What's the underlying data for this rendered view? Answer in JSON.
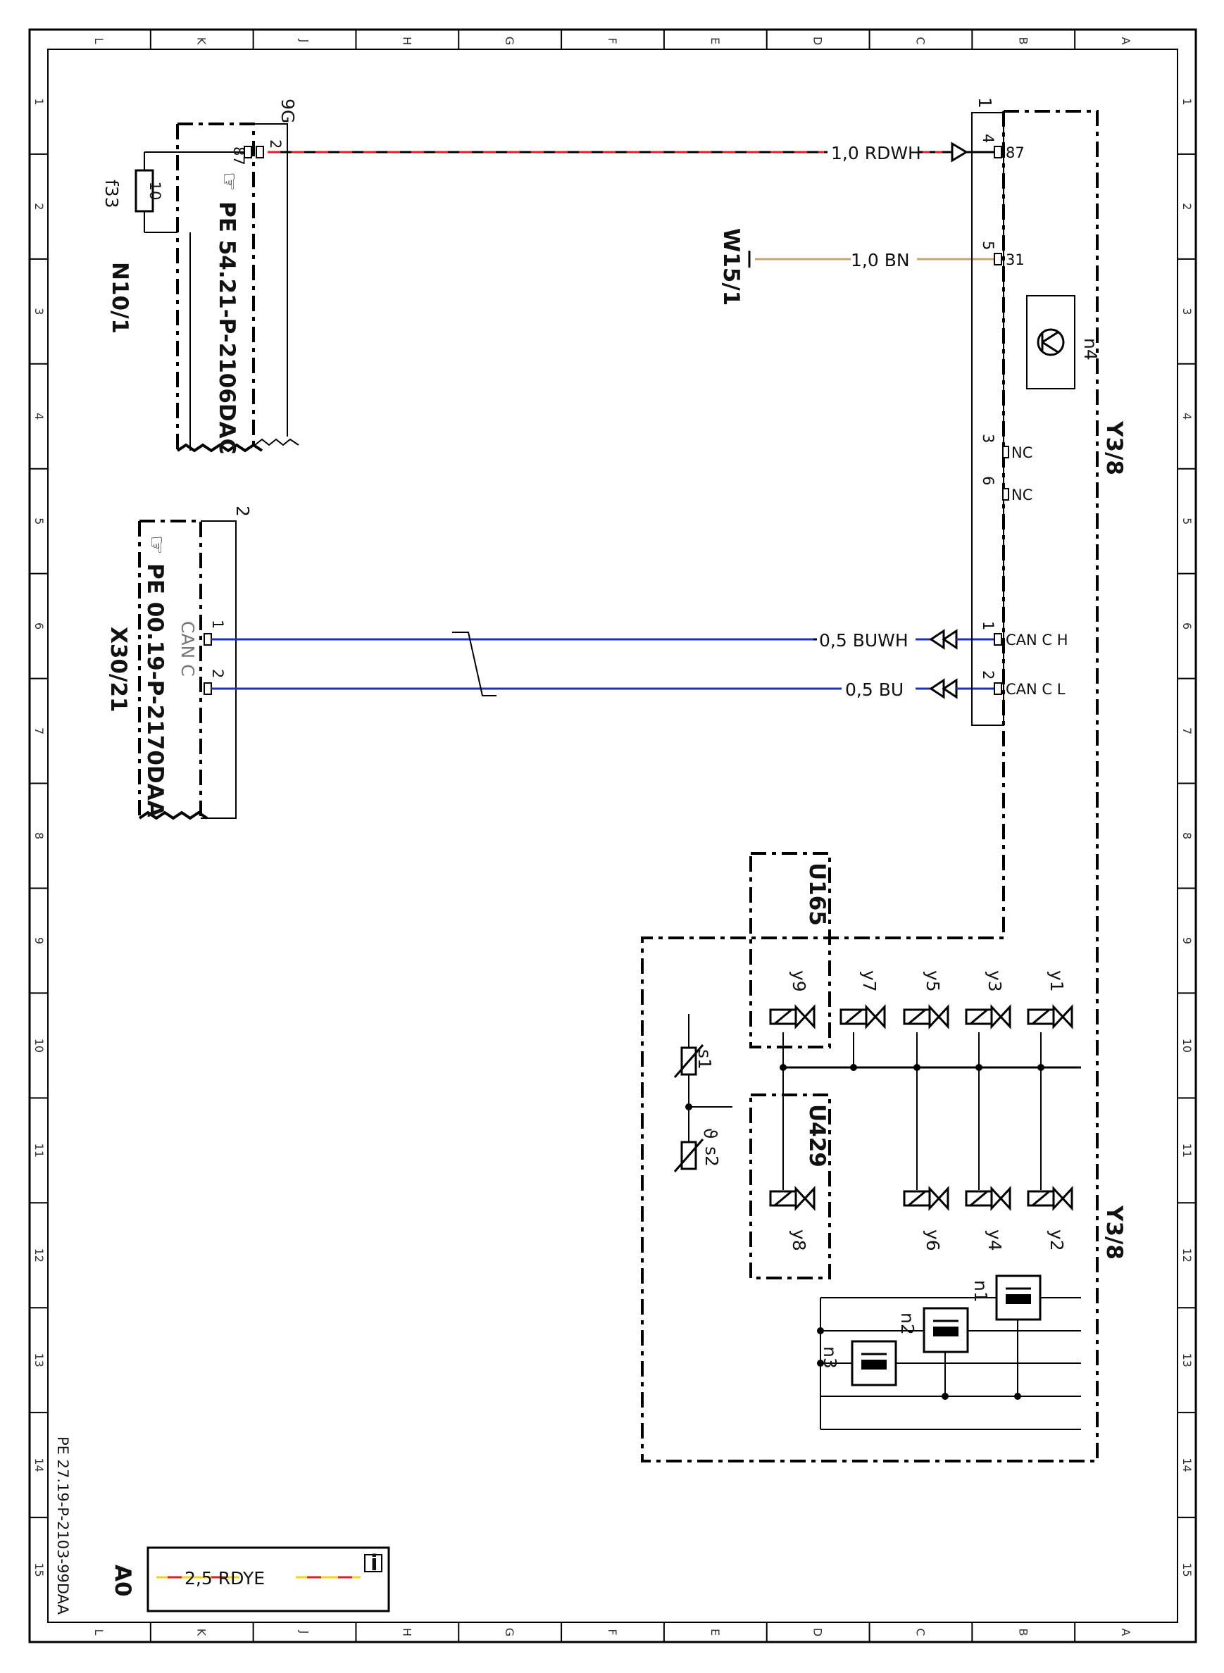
{
  "title": "",
  "colors": {
    "red": "#e41e26",
    "blue": "#1f2fbf",
    "brown": "#c9a46b",
    "yellow": "#f2d21b",
    "black": "#000000"
  },
  "frame": {
    "letters": [
      "L",
      "K",
      "J",
      "H",
      "G",
      "F",
      "E",
      "D",
      "C",
      "B",
      "A"
    ],
    "numbers": [
      "1",
      "2",
      "3",
      "4",
      "5",
      "6",
      "7",
      "8",
      "9",
      "10",
      "11",
      "12",
      "13",
      "14",
      "15"
    ],
    "doc_ref": "PE 27.19-P-2103-99DAA"
  },
  "components": {
    "n10": {
      "designation": "N10/1",
      "ref": "PE 54.21-P-2106DAC",
      "pin87": "87",
      "pin2": "2",
      "code": "9G",
      "fuse": "f33",
      "fuse_rating": "10"
    },
    "x30": {
      "designation": "X30/21",
      "ref": "PE 00.19-P-2170DAA",
      "bus": "CAN C",
      "pin1": "1",
      "pin2": "2",
      "code": "2"
    },
    "w15": {
      "designation": "W15/1"
    },
    "y3_8": {
      "designation": "Y3/8",
      "code": "1",
      "n4": "n4"
    },
    "u165": {
      "designation": "U165"
    },
    "u429": {
      "designation": "U429"
    }
  },
  "wires": [
    {
      "label": "1,0 RDWH",
      "pin": "4",
      "terminal": "87"
    },
    {
      "label": "1,0 BN",
      "pin": "5",
      "terminal": "31"
    },
    {
      "label": "0,5 BUWH",
      "pin": "1",
      "terminal": "CAN C H"
    },
    {
      "label": "0,5 BU",
      "pin": "2",
      "terminal": "CAN C L"
    }
  ],
  "nc_pins": [
    {
      "pin": "3",
      "terminal": "NC"
    },
    {
      "pin": "6",
      "terminal": "NC"
    }
  ],
  "valves": [
    "y1",
    "y2",
    "y3",
    "y4",
    "y5",
    "y6",
    "y7",
    "y8",
    "y9"
  ],
  "sensors": [
    "s1",
    "s2"
  ],
  "sensor_symbol": "ϑ",
  "speed_sensors": [
    "n1",
    "n2",
    "n3"
  ],
  "legend": {
    "label": "2,5 RDYE",
    "info": "i",
    "code": "A0"
  }
}
